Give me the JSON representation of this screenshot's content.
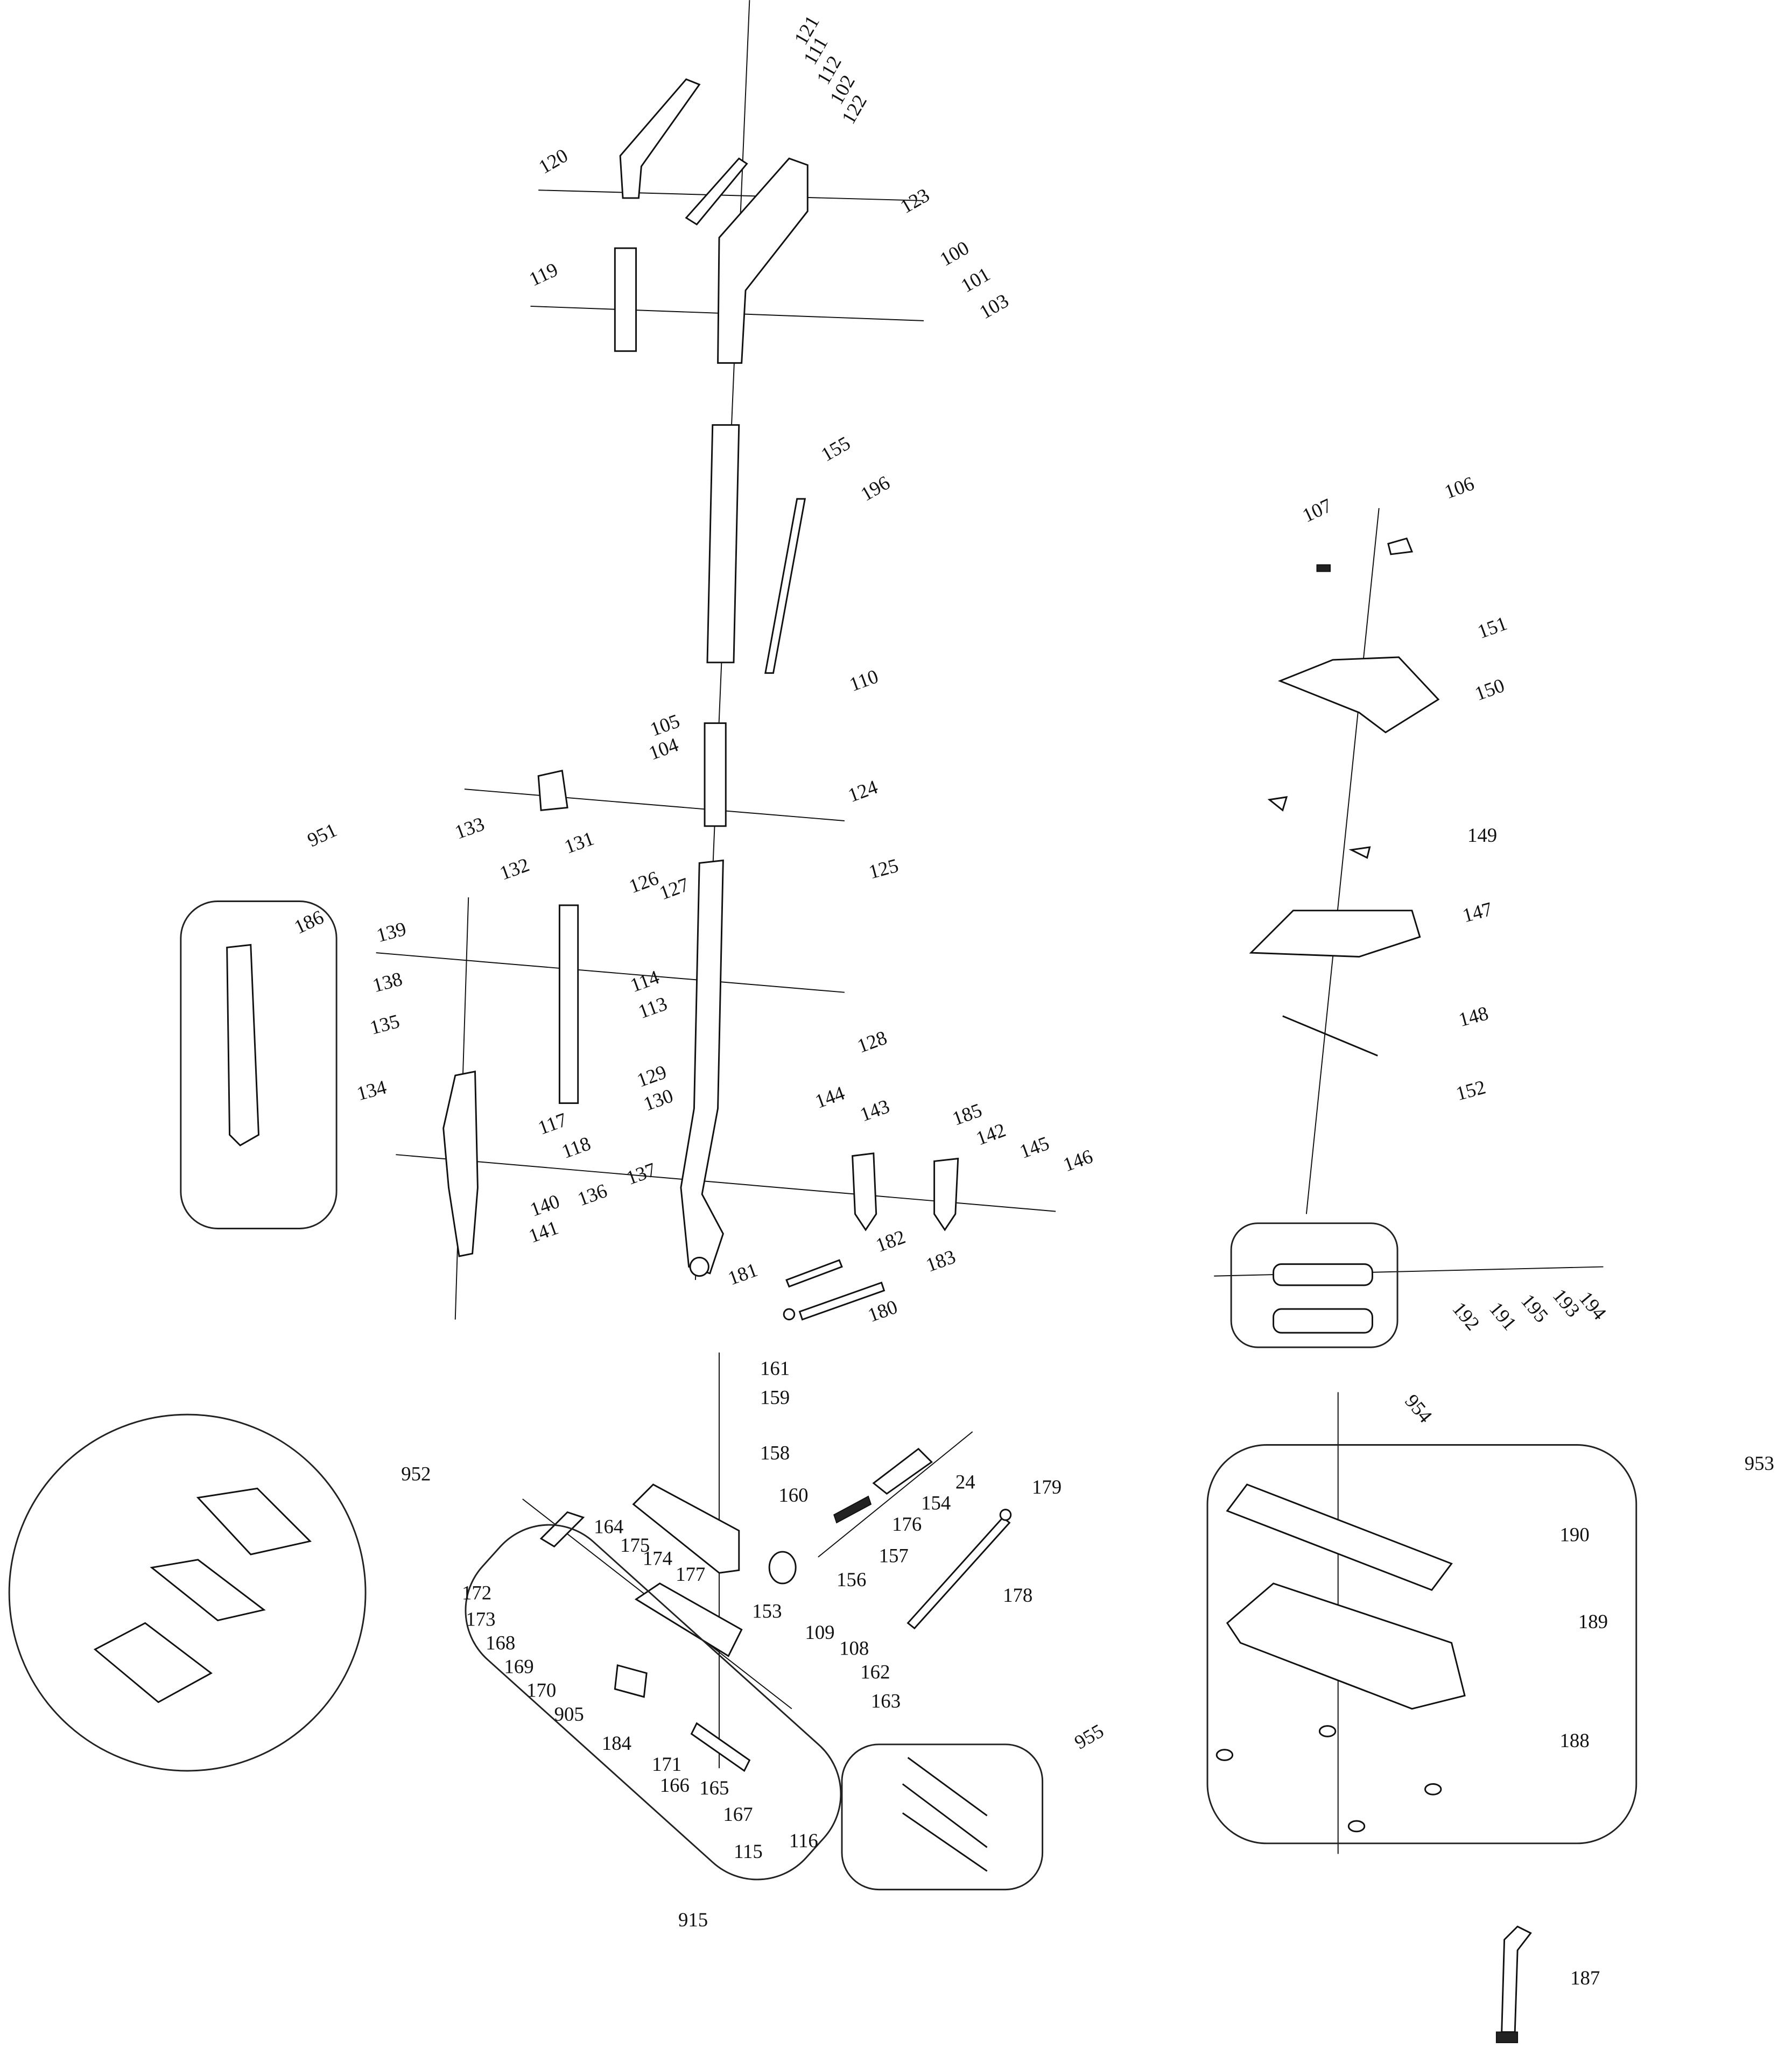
{
  "diagram": {
    "type": "exploded-parts-diagram",
    "labels": [
      "121",
      "111",
      "112",
      "102",
      "122",
      "120",
      "123",
      "119",
      "100",
      "101",
      "103",
      "155",
      "196",
      "107",
      "106",
      "151",
      "150",
      "110",
      "105",
      "104",
      "124",
      "133",
      "149",
      "125",
      "951",
      "132",
      "131",
      "126",
      "127",
      "186",
      "147",
      "139",
      "138",
      "114",
      "113",
      "135",
      "148",
      "128",
      "129",
      "130",
      "134",
      "152",
      "144",
      "143",
      "185",
      "142",
      "117",
      "118",
      "145",
      "146",
      "140",
      "136",
      "137",
      "141",
      "182",
      "183",
      "181",
      "180",
      "192",
      "191",
      "195",
      "193",
      "194",
      "954",
      "161",
      "159",
      "158",
      "952",
      "953",
      "24",
      "160",
      "179",
      "154",
      "164",
      "190",
      "176",
      "175",
      "174",
      "157",
      "177",
      "156",
      "178",
      "153",
      "189",
      "172",
      "109",
      "173",
      "168",
      "108",
      "162",
      "169",
      "170",
      "163",
      "905",
      "188",
      "955",
      "184",
      "171",
      "166",
      "165",
      "167",
      "116",
      "115",
      "915",
      "187"
    ],
    "callouts": [
      "951",
      "952",
      "953",
      "954",
      "955",
      "915"
    ]
  }
}
